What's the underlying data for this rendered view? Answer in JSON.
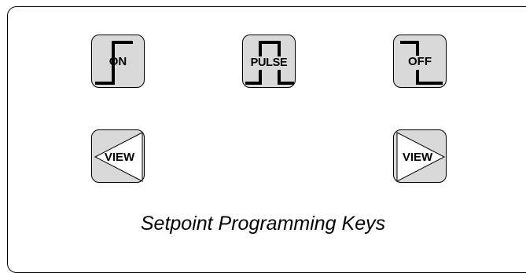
{
  "keys": {
    "on": {
      "label": "ON",
      "icon": "rising-edge-icon"
    },
    "pulse": {
      "label": "PULSE",
      "icon": "pulse-icon"
    },
    "off": {
      "label": "OFF",
      "icon": "falling-edge-icon"
    },
    "view_left": {
      "label": "VIEW",
      "icon": "triangle-left-icon"
    },
    "view_right": {
      "label": "VIEW",
      "icon": "triangle-right-icon"
    }
  },
  "caption": "Setpoint Programming Keys",
  "colors": {
    "key_fill": "#d9d9d9",
    "outline": "#000000",
    "background": "#ffffff"
  }
}
